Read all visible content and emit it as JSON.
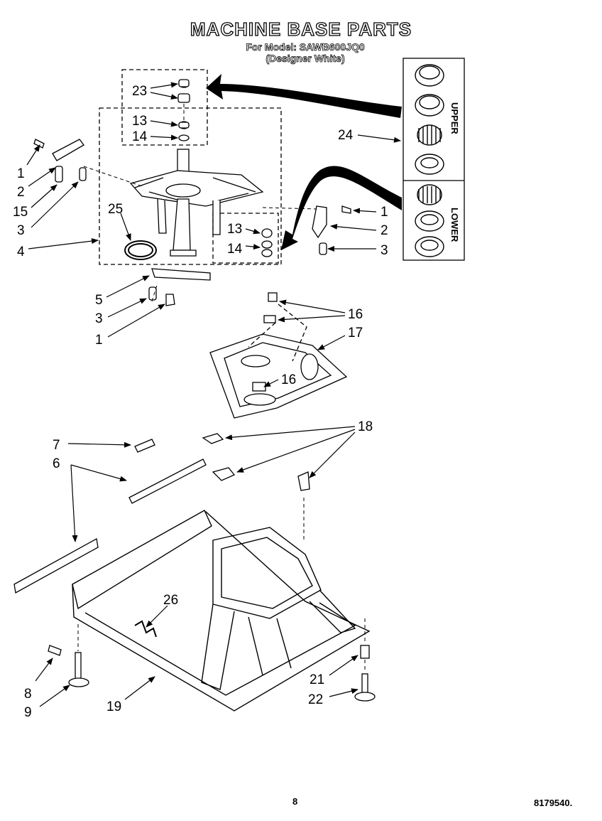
{
  "header": {
    "title": "MACHINE BASE PARTS",
    "model_line": "For Model: SAWB600JQ0",
    "variant_line": "(Designer White)"
  },
  "footer": {
    "page_number": "8",
    "doc_number": "8179540."
  },
  "kit_box": {
    "upper_label": "UPPER",
    "lower_label": "LOWER"
  },
  "callouts": {
    "c23": "23",
    "c13a": "13",
    "c14a": "14",
    "c1a": "1",
    "c2a": "2",
    "c15": "15",
    "c3a": "3",
    "c4": "4",
    "c25": "25",
    "c13b": "13",
    "c14b": "14",
    "c24": "24",
    "c1b": "1",
    "c2b": "2",
    "c3b": "3",
    "c5": "5",
    "c3c": "3",
    "c1c": "1",
    "c16a": "16",
    "c17": "17",
    "c16b": "16",
    "c18": "18",
    "c7": "7",
    "c6": "6",
    "c26": "26",
    "c8": "8",
    "c9": "9",
    "c19": "19",
    "c21": "21",
    "c22": "22"
  }
}
